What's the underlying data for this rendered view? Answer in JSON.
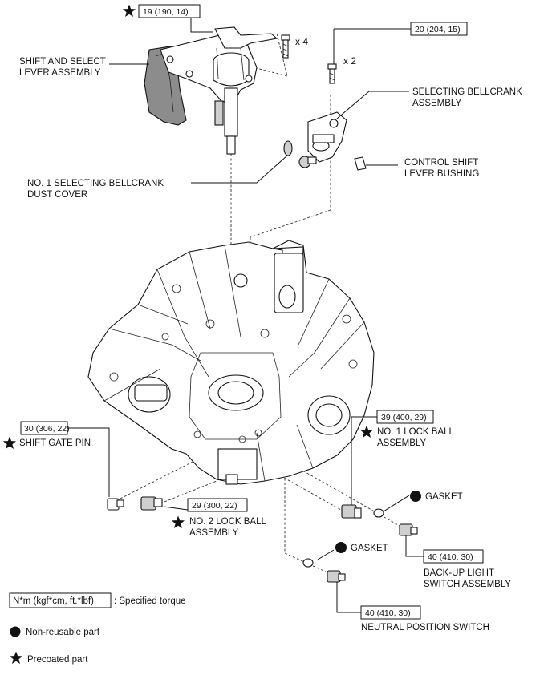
{
  "callouts": {
    "shift_select_lever": "SHIFT AND SELECT\nLEVER ASSEMBLY",
    "selecting_bellcrank": "SELECTING BELLCRANK\nASSEMBLY",
    "control_shift_bushing": "CONTROL SHIFT\nLEVER BUSHING",
    "dust_cover": "NO. 1 SELECTING BELLCRANK\nDUST COVER",
    "shift_gate_pin": "SHIFT GATE PIN",
    "lock_ball_1": "NO. 1 LOCK BALL\nASSEMBLY",
    "lock_ball_2": "NO. 2 LOCK BALL\nASSEMBLY",
    "gasket_upper": "GASKET",
    "gasket_lower": "GASKET",
    "backup_light": "BACK-UP LIGHT\nSWITCH ASSEMBLY",
    "neutral_switch": "NEUTRAL POSITION SWITCH"
  },
  "torques": {
    "lever_bolts": "19 (190, 14)",
    "bellcrank_bolts": "20 (204, 15)",
    "shift_gate_pin": "30 (306, 22)",
    "lock_ball_1": "39 (400, 29)",
    "lock_ball_2": "29 (300, 22)",
    "backup_light": "40 (410, 30)",
    "neutral_switch": "40 (410, 30)"
  },
  "multipliers": {
    "lever_bolts": "x 4",
    "bellcrank_bolts": "x 2"
  },
  "legend": {
    "torque_box": "N*m (kgf*cm, ft.*lbf)",
    "torque_desc": ": Specified torque",
    "non_reusable": "Non-reusable part",
    "precoated": "Precoated part"
  },
  "colors": {
    "ink": "#111111",
    "part_fill": "#cfcfcf"
  }
}
